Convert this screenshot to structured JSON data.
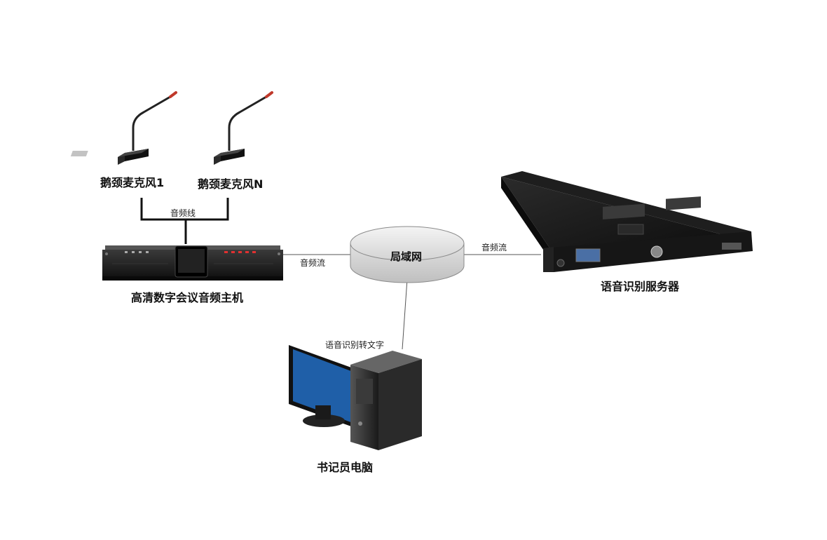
{
  "nodes": {
    "mic1": "鹅颈麦克风1",
    "micN": "鹅颈麦克风N",
    "host": "高清数字会议音频主机",
    "lan": "局域网",
    "server": "语音识别服务器",
    "pc": "书记员电脑"
  },
  "edges": {
    "audio_line": "音频线",
    "audio_stream_left": "音频流",
    "audio_stream_right": "音频流",
    "speech_to_text": "语音识别转文字"
  },
  "colors": {
    "device_dark": "#1c1c1c",
    "monitor_screen": "#1f5fa8",
    "lan_fill": "#e6e6e6",
    "mic_tip": "#c0392b",
    "led_red": "#e03030",
    "line": "#555555"
  }
}
